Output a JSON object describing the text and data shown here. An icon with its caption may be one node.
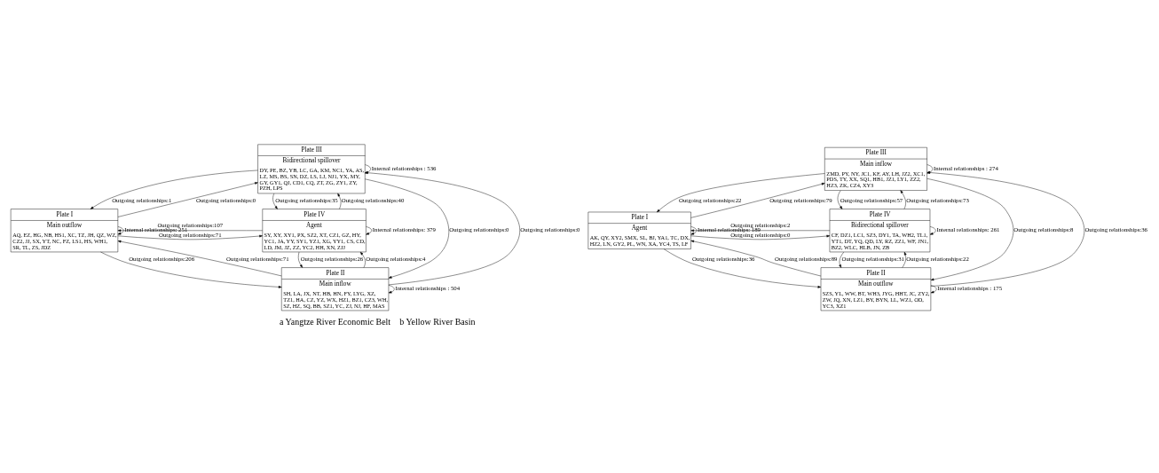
{
  "diagram": {
    "nodes": [
      {
        "text": [
          "Plate III",
          "Bidirectional spillover",
          "DY, PE, BZ, YB, LC, GA, KM, NC1, YA, AS, LZ, MS, BS, SN, DZ, LS, LJ, NJ1, YX, MY, GY, GY1, QJ, CD1, CQ, ZT, ZG, ZY1, ZY, PZH, LPS"
        ]
      },
      {
        "text": [
          "Plate I",
          "Main outflow",
          "AQ, EZ, HG, NB, HS1, XC, TZ, JH, QZ, WZ, CZ2, JJ, SX, YT, NC, FZ, LS1, HS, WH1, SR, TL, ZS, JDZ"
        ]
      },
      {
        "text": [
          "Plate IV",
          "Agent",
          "SY, XY, XY1, PX, SZ2, XT, CZ1, GZ, HY, YC1, JA, YY, SY1, YZ1, XG, YY1, CS, CD, LD, JM, JZ, ZZ, YC2, HH, XN, ZJJ"
        ]
      },
      {
        "text": [
          "Plate II",
          "Main inflow",
          "SH, LA, JX, NT, HB, HN, FY, LYG, XZ, TZ1, HA, CZ, YZ, WX, HZ1, BZ1, CZ3, WH, SZ, HZ, SQ, BB, SZ1, YC, ZJ, NJ, HF, MAS"
        ]
      },
      {
        "text": [
          "Plate III",
          "Main inflow",
          "ZMD, PY, NY, JC1, KF, AY, LH, JZ2, XC1, PDS, TY, XX, SQ1, HB1, JZ1, LY1, ZZ2, HZ3, ZK, CZ4, XY3"
        ]
      },
      {
        "text": [
          "Plate I",
          "Agent",
          "AK, QY, XY2, SMX, SL, BJ, YA1, TC, DX, HZ2, LN, GY2, PL, WN, XA, YC4, TS, LF"
        ]
      },
      {
        "text": [
          "Plate IV",
          "Bidirectional spillover",
          "CF, DZ1, LC1, SZ3, DY1, TA, WH2, TL1, YT1, DT, YQ, QD, LY, RZ, ZZ1, WF, JN1, BZ2, WLC, HLB, JN, ZB"
        ]
      },
      {
        "text": [
          "Plate II",
          "Main outflow",
          "SZS, YL, WW, BT, WH3, JYG, HHT, JC, ZY2, ZW, JQ, XN, LZ1, BY, BYN, LL, WZ1, OD, YC3, XZ1"
        ]
      }
    ],
    "edges": [
      {
        "from": 0,
        "to": 0,
        "arrow": "to",
        "label": "Internal relationships : 536"
      },
      {
        "from": 1,
        "to": 1,
        "arrow": "to",
        "label": "Internal relationships: 251"
      },
      {
        "from": 2,
        "to": 2,
        "arrow": "to",
        "label": "Internal relationships: 379"
      },
      {
        "from": 3,
        "to": 3,
        "arrow": "to",
        "label": "Internal relationships : 504"
      },
      {
        "from": 1,
        "to": 0,
        "arrow": "to",
        "label": "Outgoing relationships:0"
      },
      {
        "from": 0,
        "to": 1,
        "arrow": "to",
        "label": "Outgoing relationships:1"
      },
      {
        "from": 2,
        "to": 0,
        "arrow": "to",
        "label": "Outgoing relationships:40"
      },
      {
        "from": 0,
        "to": 2,
        "arrow": "to",
        "label": "Outgoing relationships:35"
      },
      {
        "from": 2,
        "to": 1,
        "arrow": "to",
        "label": "Outgoing relationships:107"
      },
      {
        "from": 1,
        "to": 2,
        "arrow": "to",
        "label": "Outgoing relationships:71"
      },
      {
        "from": 0,
        "to": 3,
        "arrow": "to",
        "label": "Outgoing relationships:0"
      },
      {
        "from": 3,
        "to": 0,
        "arrow": "to",
        "label": "Outgoing relationships:0"
      },
      {
        "from": 1,
        "to": 3,
        "arrow": "to",
        "label": "Outgoing relationships:206"
      },
      {
        "from": 3,
        "to": 1,
        "arrow": "to",
        "label": "Outgoing relationships:71"
      },
      {
        "from": 2,
        "to": 3,
        "arrow": "to",
        "label": "Outgoing relationships:26"
      },
      {
        "from": 3,
        "to": 2,
        "arrow": "to",
        "label": "Outgoing relationships:4"
      },
      {
        "from": 4,
        "to": 4,
        "arrow": "to",
        "label": "Internal relationships : 274"
      },
      {
        "from": 5,
        "to": 5,
        "arrow": "to",
        "label": "Internal relationships: 189"
      },
      {
        "from": 6,
        "to": 6,
        "arrow": "to",
        "label": "Internal relationships: 261"
      },
      {
        "from": 7,
        "to": 7,
        "arrow": "to",
        "label": "Internal relationships : 175"
      },
      {
        "from": 5,
        "to": 4,
        "arrow": "to",
        "label": "Outgoing relationships:79"
      },
      {
        "from": 4,
        "to": 5,
        "arrow": "to",
        "label": "Outgoing relationships:22"
      },
      {
        "from": 6,
        "to": 4,
        "arrow": "to",
        "label": "Outgoing relationships:73"
      },
      {
        "from": 4,
        "to": 6,
        "arrow": "to",
        "label": "Outgoing relationships:57"
      },
      {
        "from": 6,
        "to": 5,
        "arrow": "to",
        "label": "Outgoing relationships:2"
      },
      {
        "from": 5,
        "to": 6,
        "arrow": "to",
        "label": "Outgoing relationships:0"
      },
      {
        "from": 4,
        "to": 7,
        "arrow": "to",
        "label": "Outgoing relationships:8"
      },
      {
        "from": 7,
        "to": 4,
        "arrow": "to",
        "label": "Outgoing relationships:36"
      },
      {
        "from": 5,
        "to": 7,
        "arrow": "to",
        "label": "Outgoing relationships:36"
      },
      {
        "from": 7,
        "to": 5,
        "arrow": "to",
        "label": "Outgoing relationships:89"
      },
      {
        "from": 6,
        "to": 7,
        "arrow": "to",
        "label": "Outgoing relationships:31"
      },
      {
        "from": 7,
        "to": 6,
        "arrow": "to",
        "label": "Outgoing relationships:22"
      }
    ],
    "labels": [
      "a Yangtze River Economic Belt",
      "b Yellow River Basin"
    ]
  }
}
